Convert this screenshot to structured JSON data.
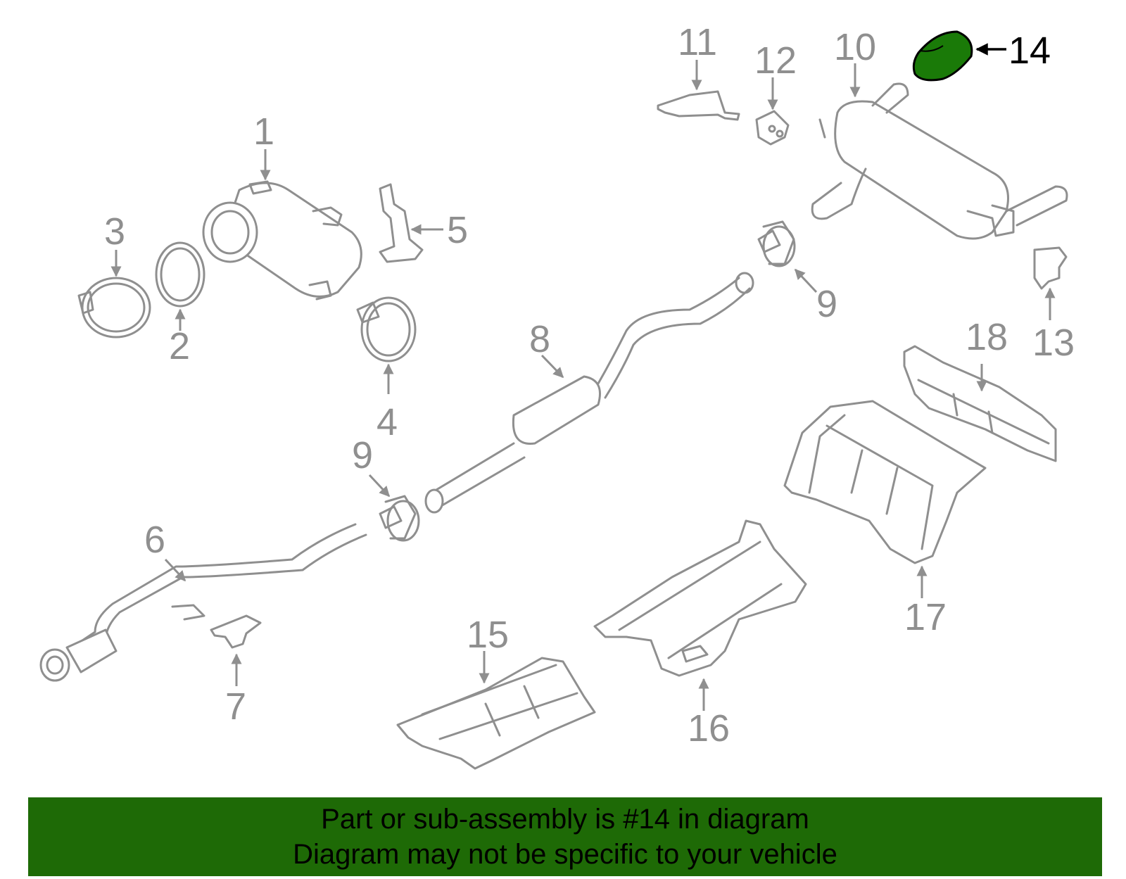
{
  "colors": {
    "part_stroke": "#8f8f8f",
    "highlight_fill": "#1a7a08",
    "banner_fill": "#1e6a06",
    "text": "#000000"
  },
  "highlighted_part": "14",
  "callouts": {
    "c1": "1",
    "c2": "2",
    "c3": "3",
    "c4": "4",
    "c5": "5",
    "c6": "6",
    "c7": "7",
    "c8": "8",
    "c9a": "9",
    "c9b": "9",
    "c10": "10",
    "c11": "11",
    "c12": "12",
    "c13": "13",
    "c14": "14",
    "c15": "15",
    "c16": "16",
    "c17": "17",
    "c18": "18"
  },
  "banner": {
    "line1": "Part or sub-assembly is #14 in diagram",
    "line2": "Diagram may not be specific to your vehicle"
  }
}
